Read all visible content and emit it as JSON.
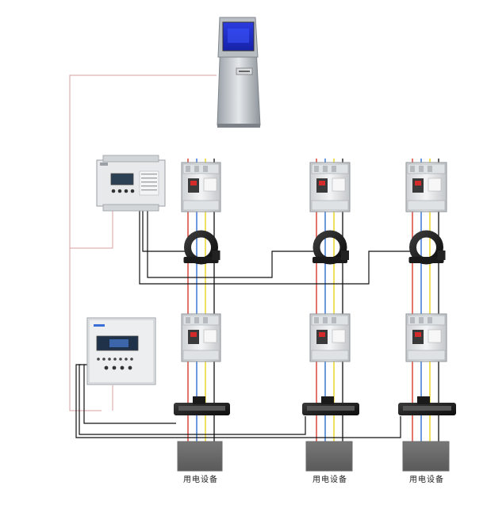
{
  "loads": [
    {
      "label": "用电设备"
    },
    {
      "label": "用电设备"
    },
    {
      "label": "用电设备"
    }
  ],
  "colors": {
    "phase_a": "#d63a2e",
    "phase_b": "#2f6fd0",
    "phase_c": "#e8d21c",
    "neutral": "#222222",
    "comm_line": "#d9a0a0",
    "signal_line": "#111111",
    "load_box": "#6b6b6b"
  }
}
